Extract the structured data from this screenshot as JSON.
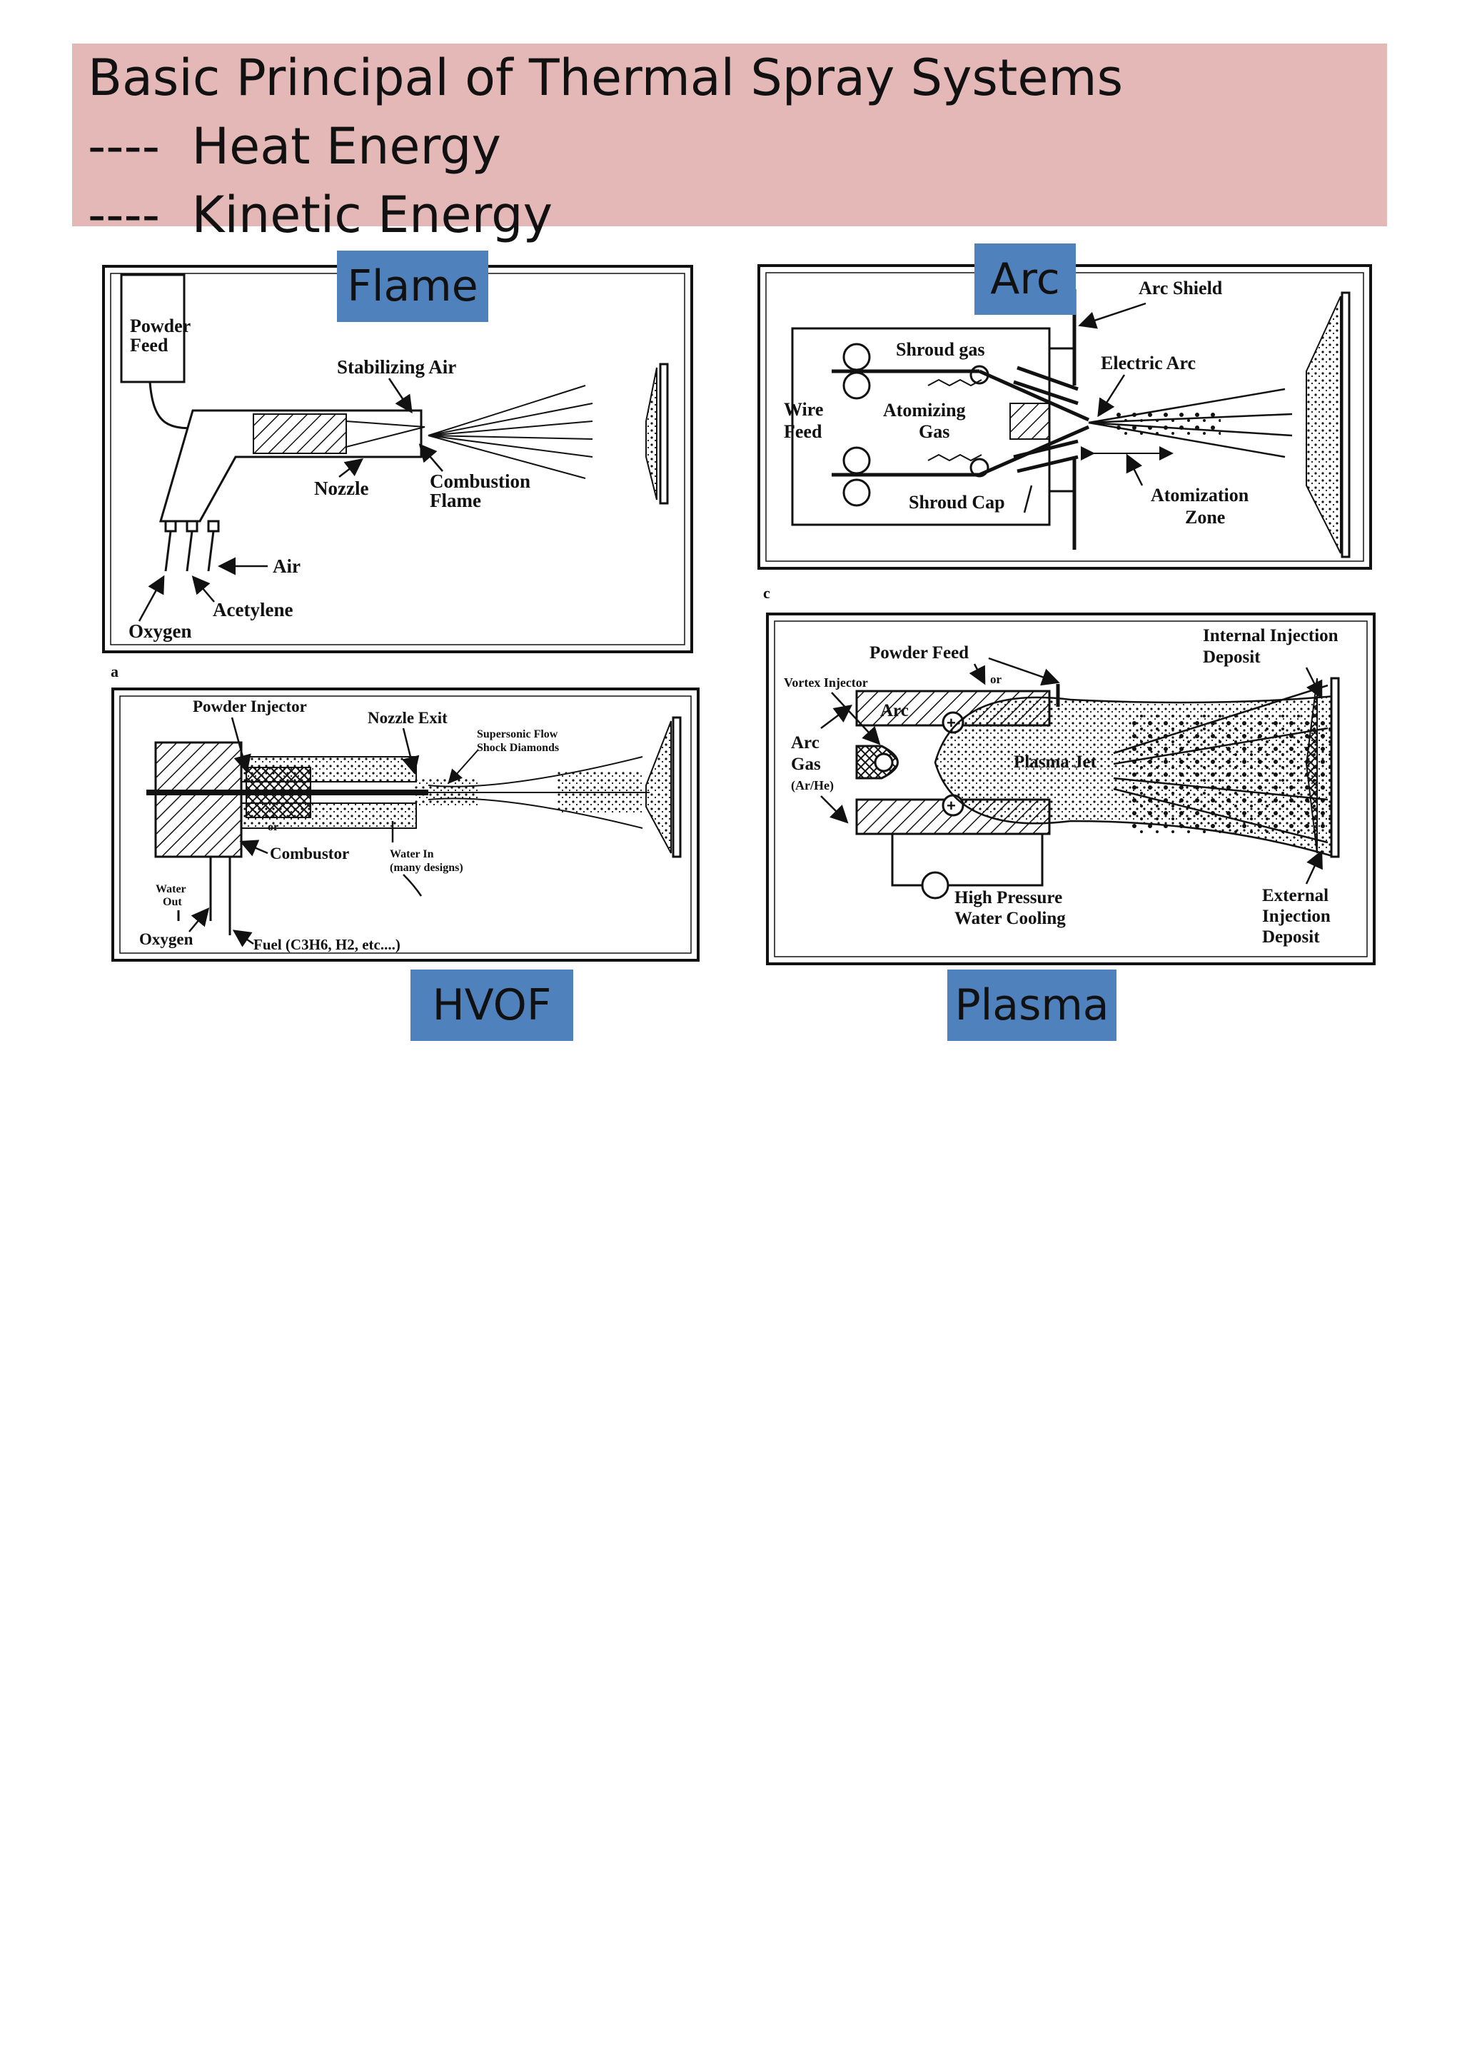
{
  "title": {
    "line1": "Basic Principal of Thermal Spray Systems",
    "line2": "----  Heat Energy",
    "line3": "----  Kinetic Energy"
  },
  "tags": {
    "flame": "Flame",
    "arc": "Arc",
    "hvof": "HVOF",
    "plasma": "Plasma"
  },
  "flame": {
    "powder_feed_1": "Powder",
    "powder_feed_2": "Feed",
    "stabilizing_air": "Stabilizing Air",
    "nozzle": "Nozzle",
    "combustion_1": "Combustion",
    "combustion_2": "Flame",
    "air": "Air",
    "acetylene": "Acetylene",
    "oxygen": "Oxygen",
    "fig_letter": "a"
  },
  "arc": {
    "arc_shield": "Arc Shield",
    "shroud_gas": "Shroud gas",
    "electric_arc": "Electric Arc",
    "wire_1": "Wire",
    "wire_2": "Feed",
    "atomizing_1": "Atomizing",
    "atomizing_2": "Gas",
    "shroud_cap": "Shroud Cap",
    "atomization_1": "Atomization",
    "atomization_2": "Zone",
    "fig_letter": "c"
  },
  "hvof": {
    "powder_injector": "Powder Injector",
    "nozzle_exit": "Nozzle Exit",
    "supersonic_1": "Supersonic Flow",
    "supersonic_2": "Shock Diamonds",
    "or": "or",
    "combustor": "Combustor",
    "water_in_1": "Water In",
    "water_in_2": "(many designs)",
    "water_out_1": "Water",
    "water_out_2": "Out",
    "oxygen": "Oxygen",
    "fuel": "Fuel (C3H6, H2, etc....)"
  },
  "plasma": {
    "powder_feed": "Powder Feed",
    "or": "or",
    "vortex_injector": "Vortex Injector",
    "arc": "Arc",
    "arc_gas_1": "Arc",
    "arc_gas_2": "Gas",
    "arc_gas_3": "(Ar/He)",
    "plasma_jet": "Plasma Jet",
    "internal_1": "Internal Injection",
    "internal_2": "Deposit",
    "high_pressure_1": "High Pressure",
    "high_pressure_2": "Water Cooling",
    "external_1": "External",
    "external_2": "Injection",
    "external_3": "Deposit"
  }
}
